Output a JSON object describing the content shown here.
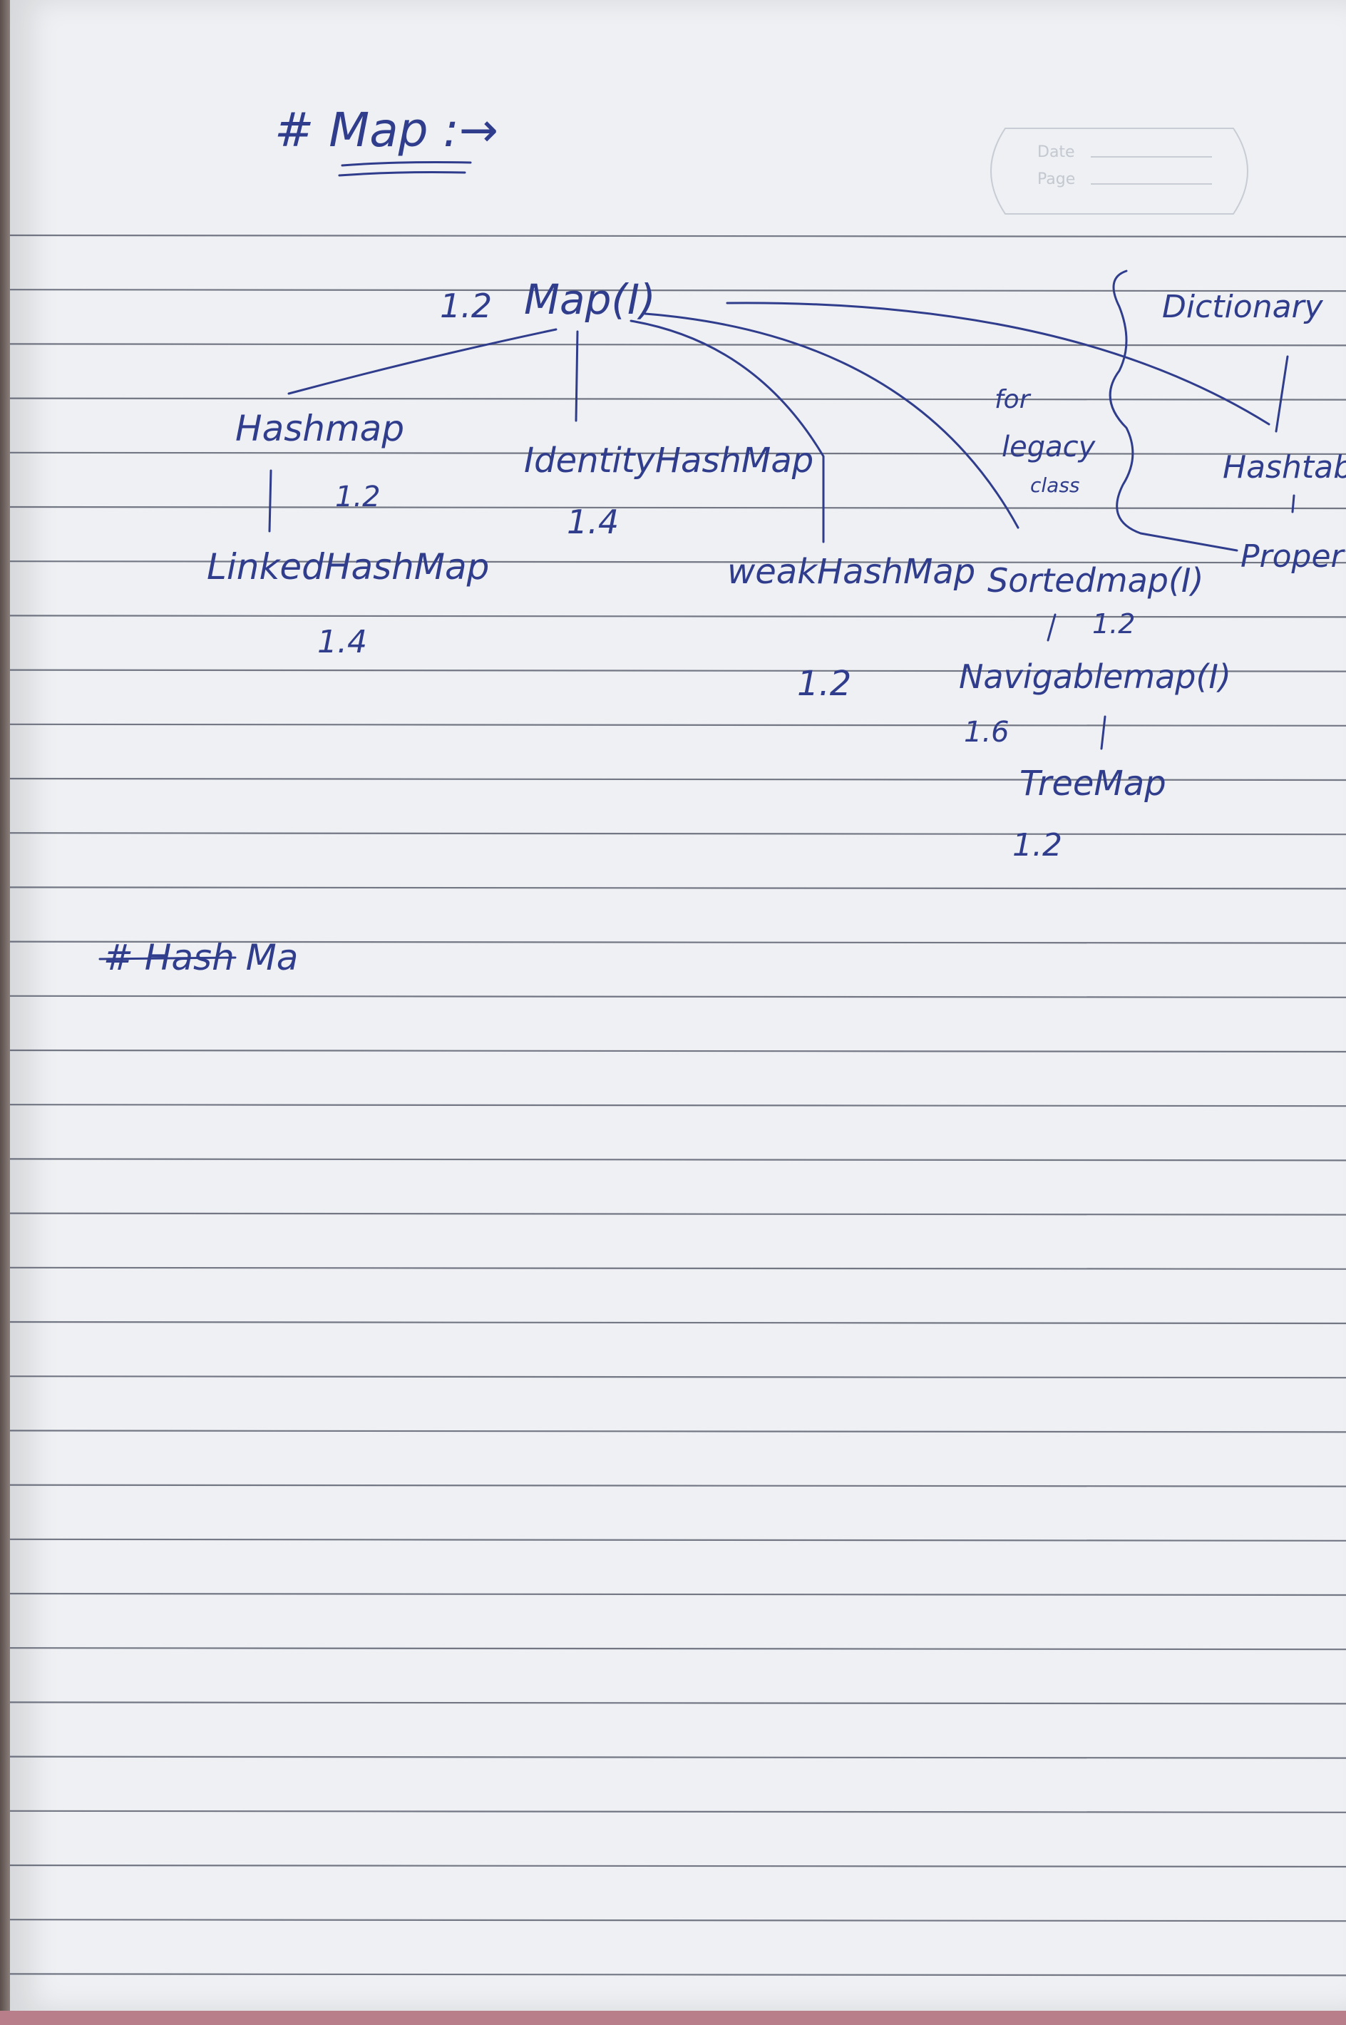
{
  "page": {
    "heading": "# Map :→",
    "header_box": {
      "date_label": "Date",
      "page_label": "Page"
    }
  },
  "diagram": {
    "root": {
      "version": "1.2",
      "label": "Map(I)"
    },
    "hashmap": {
      "label": "Hashmap",
      "version": "1.2"
    },
    "linked_hashmap": {
      "label": "LinkedHashMap",
      "version": "1.4"
    },
    "identity_hashmap": {
      "label": "IdentityHashMap",
      "version": "1.4"
    },
    "weak_hashmap": {
      "label": "weakHashMap",
      "version": "1.2"
    },
    "sorted_map": {
      "label": "Sortedmap(I)",
      "version": "1.2"
    },
    "navigable_map": {
      "label": "Navigablemap(I)",
      "version": "1.6"
    },
    "tree_map": {
      "label": "TreeMap",
      "version": "1.2"
    },
    "legacy_note": {
      "line1": "for",
      "line2": "legacy",
      "line3": "class"
    },
    "dictionary": {
      "label": "Dictionary"
    },
    "hashtable": {
      "label": "Hashtable"
    },
    "properties": {
      "label": "Properties"
    }
  },
  "section2": {
    "heading": "# Hash Ma"
  },
  "colors": {
    "ink": "#2f3d8c",
    "paper": "#eef0f3",
    "rule": "#4a4f60"
  }
}
